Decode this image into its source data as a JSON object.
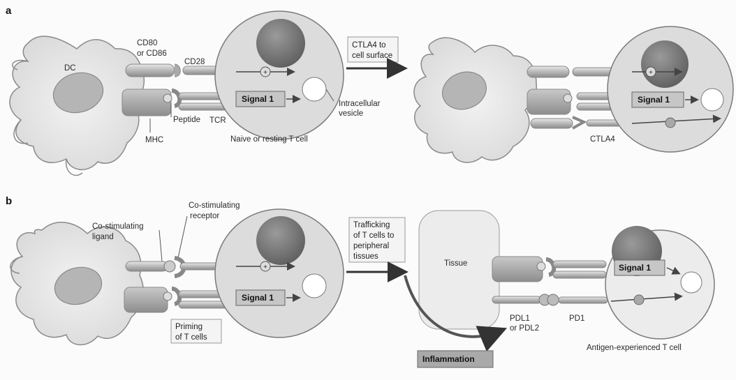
{
  "panels": {
    "a": {
      "letter": "a",
      "dc": "DC",
      "cd80": "CD80",
      "cd86": "or CD86",
      "cd28": "CD28",
      "mhc": "MHC",
      "peptide": "Peptide",
      "tcr": "TCR",
      "signal1": "Signal 1",
      "vesicle1": "Intracellular",
      "vesicle2": "vesicle",
      "tcell": "Naive or resting T cell",
      "arrow1": "CTLA4 to",
      "arrow2": "cell surface",
      "signal1b": "Signal 1",
      "ctla4": "CTLA4"
    },
    "b": {
      "letter": "b",
      "lig1": "Co-stimulating",
      "lig2": "ligand",
      "rec1": "Co-stimulating",
      "rec2": "receptor",
      "signal1": "Signal 1",
      "prime1": "Priming",
      "prime2": "of T cells",
      "traf1": "Trafficking",
      "traf2": "of T cells to",
      "traf3": "peripheral",
      "traf4": "tissues",
      "tissue": "Tissue",
      "signal1b": "Signal 1",
      "pdl1": "PDL1",
      "pdl2": "or PDL2",
      "pd1": "PD1",
      "inflammation": "Inflammation",
      "tcell": "Antigen-experienced T cell"
    }
  },
  "symbols": {
    "plus": "+"
  }
}
